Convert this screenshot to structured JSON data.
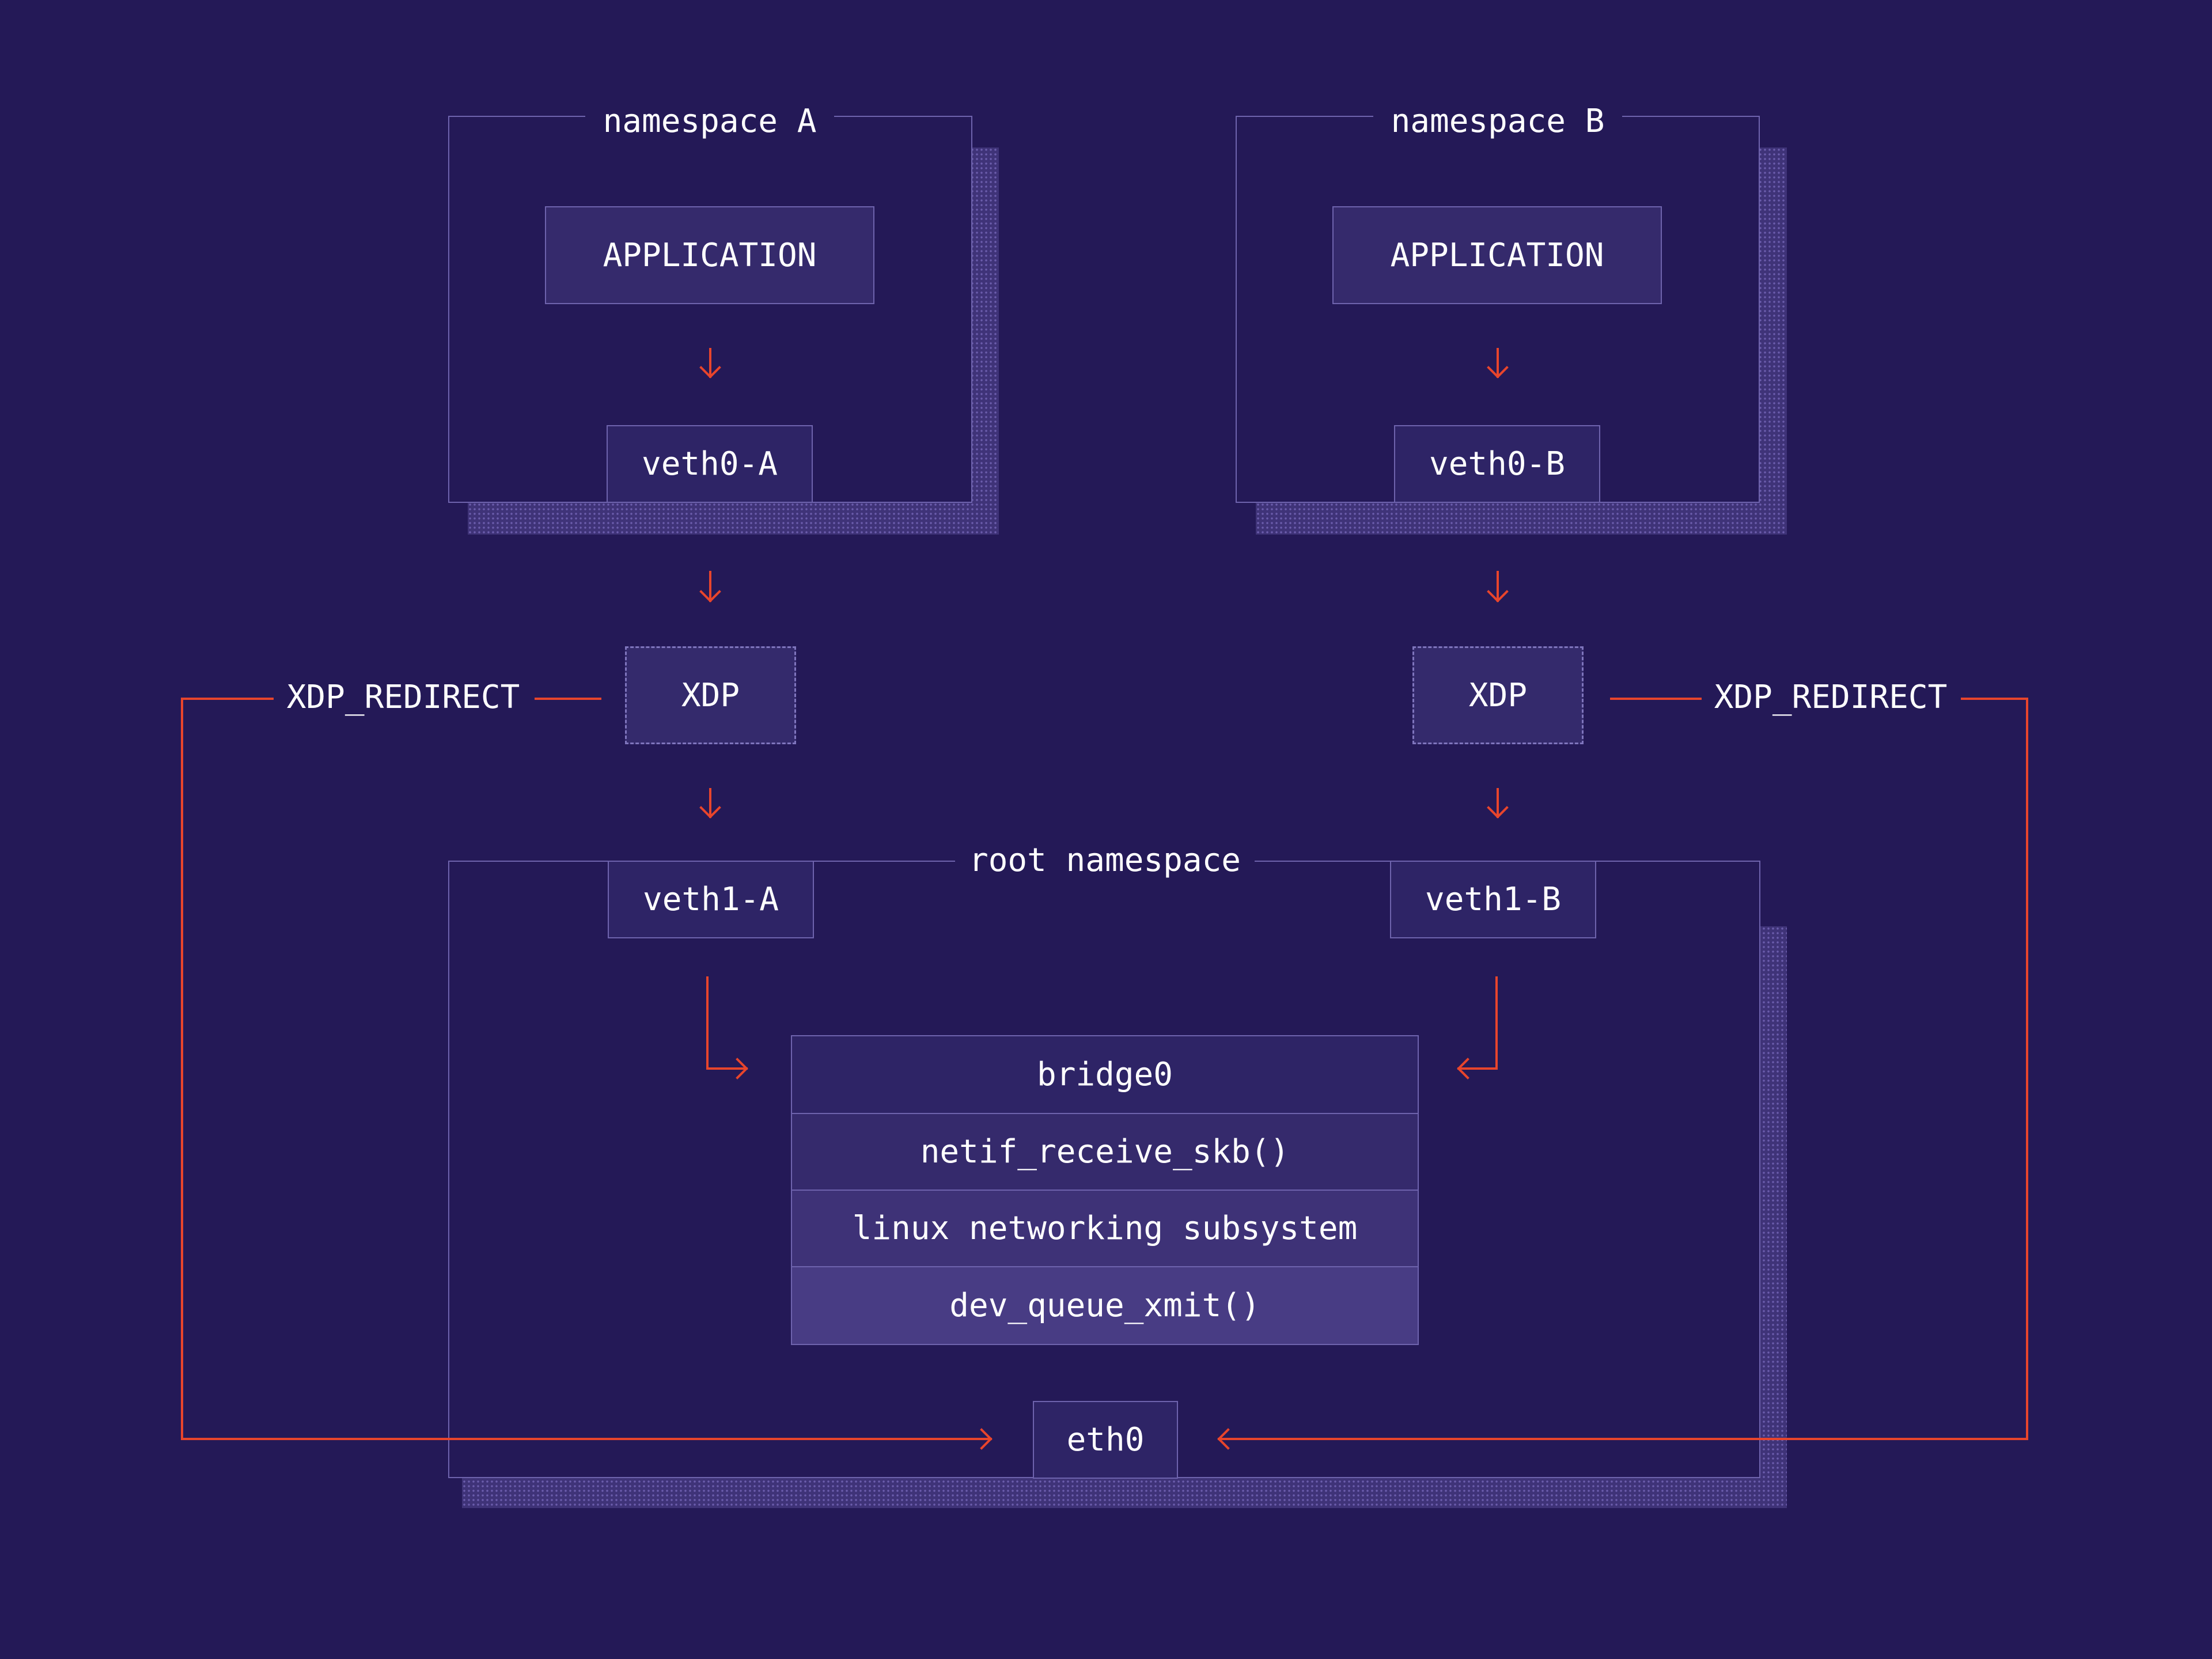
{
  "namespace_a": {
    "label": "namespace A",
    "application": "APPLICATION",
    "veth0": "veth0-A",
    "xdp": "XDP",
    "redirect": "XDP_REDIRECT"
  },
  "namespace_b": {
    "label": "namespace B",
    "application": "APPLICATION",
    "veth0": "veth0-B",
    "xdp": "XDP",
    "redirect": "XDP_REDIRECT"
  },
  "root_namespace": {
    "label": "root namespace",
    "veth1_a": "veth1-A",
    "veth1_b": "veth1-B",
    "stack": [
      "bridge0",
      "netif_receive_skb()",
      "linux networking subsystem",
      "dev_queue_xmit()"
    ],
    "eth0": "eth0"
  },
  "colors": {
    "background": "#241957",
    "arrow": "#e8452c",
    "border": "#6e63ad"
  }
}
